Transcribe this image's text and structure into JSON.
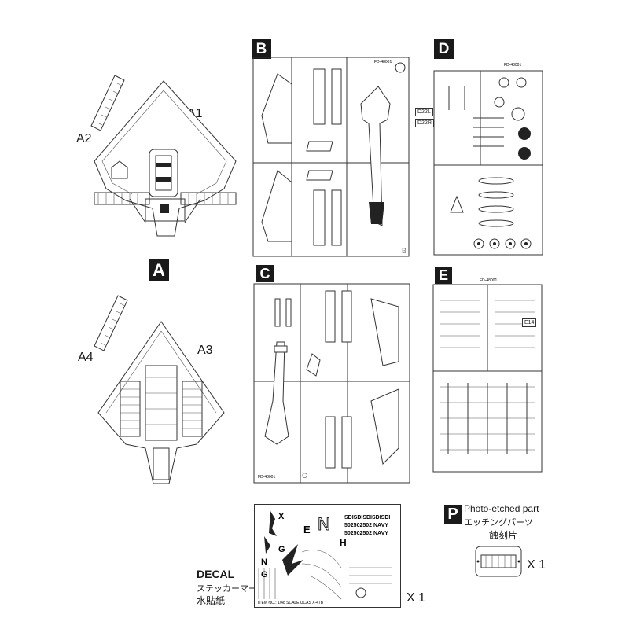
{
  "sections": {
    "A": {
      "badge": "A",
      "parts": [
        "A1",
        "A2",
        "A3",
        "A4"
      ]
    },
    "B": {
      "badge": "B",
      "code": "FD-48001",
      "frame_letter": "B"
    },
    "C": {
      "badge": "C",
      "code": "FD-48001",
      "frame_letter": "C"
    },
    "D": {
      "badge": "D",
      "code": "FD-48001",
      "callouts": [
        "D22L",
        "D22R"
      ]
    },
    "E": {
      "badge": "E",
      "code": "FD-48001",
      "callouts": [
        "E14"
      ]
    }
  },
  "decal": {
    "title": "DECAL",
    "subtitle_jp": "ステッカーマーク",
    "subtitle_cn": "水貼紙",
    "quantity": "X 1",
    "sheet_text": {
      "serial_1": "SDISDISDISDISDI",
      "serial_2": "502502502  NAVY",
      "serial_3": "502502502  NAVY",
      "letters": [
        "X",
        "E",
        "N",
        "G",
        "N",
        "G",
        "H"
      ],
      "footer": "ITEM NO.: 1/48  SCALE  UCAS X-47B"
    }
  },
  "photo_etched": {
    "badge": "P",
    "title": "Photo-etched part",
    "subtitle_jp": "エッチングパーツ",
    "subtitle_cn": "蝕刻片",
    "quantity": "X 1"
  }
}
